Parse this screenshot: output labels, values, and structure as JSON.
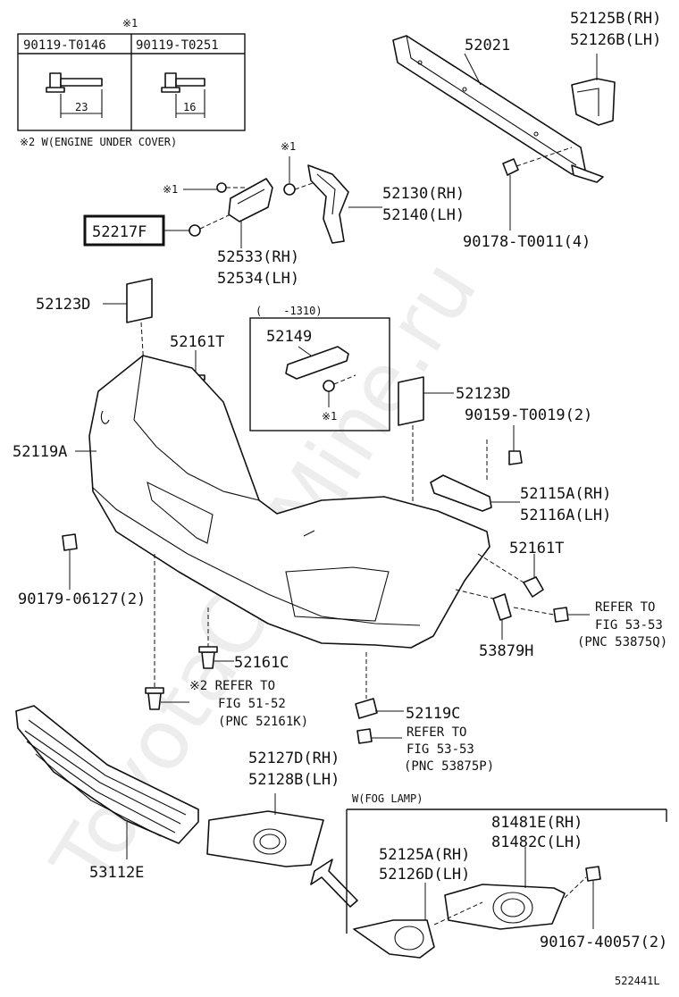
{
  "watermark": "ToyotaCarMine.ru",
  "figure_code": "522441L",
  "bolt_table": {
    "mark": "※1",
    "col1_part": "90119-T0146",
    "col2_part": "90119-T0251",
    "col1_dim": "23",
    "col2_dim": "16"
  },
  "note_engine_cover": "※2 W(ENGINE UNDER COVER)",
  "highlighted_part": "52217F",
  "labels": {
    "p52021": "52021",
    "p52125b": "52125B(RH)",
    "p52126b": "52126B(LH)",
    "p52130": "52130(RH)",
    "p52140": "52140(LH)",
    "p90178": "90178-T0011(4)",
    "p52533": "52533(RH)",
    "p52534": "52534(LH)",
    "mark1_a": "※1",
    "mark1_b": "※1",
    "mark1_c": "※1",
    "p52123d_left": "52123D",
    "p52123d_right": "52123D",
    "p52161t_top": "52161T",
    "p52161t_right": "52161T",
    "p52161c": "52161C",
    "inset_range": "(　　-1310)",
    "p52149": "52149",
    "p90159": "90159-T0019(2)",
    "p52119a": "52119A",
    "p52115a": "52115A(RH)",
    "p52116a": "52116A(LH)",
    "p90179": "90179-06127(2)",
    "p53879h": "53879H",
    "ref_53875q_1": "REFER TO",
    "ref_53875q_2": "FIG 53-53",
    "ref_53875q_3": "(PNC 53875Q)",
    "ref_52161k_1": "※2 REFER TO",
    "ref_52161k_2": "FIG 51-52",
    "ref_52161k_3": "(PNC 52161K)",
    "p52119c": "52119C",
    "ref_53875p_1": "REFER TO",
    "ref_53875p_2": "FIG 53-53",
    "ref_53875p_3": "(PNC 53875P)",
    "p52127d": "52127D(RH)",
    "p52128b": "52128B(LH)",
    "fog_lamp_note": "W(FOG LAMP)",
    "p81481e": "81481E(RH)",
    "p81482c": "81482C(LH)",
    "p52125a": "52125A(RH)",
    "p52126d": "52126D(LH)",
    "p53112e": "53112E",
    "p90167": "90167-40057(2)"
  }
}
